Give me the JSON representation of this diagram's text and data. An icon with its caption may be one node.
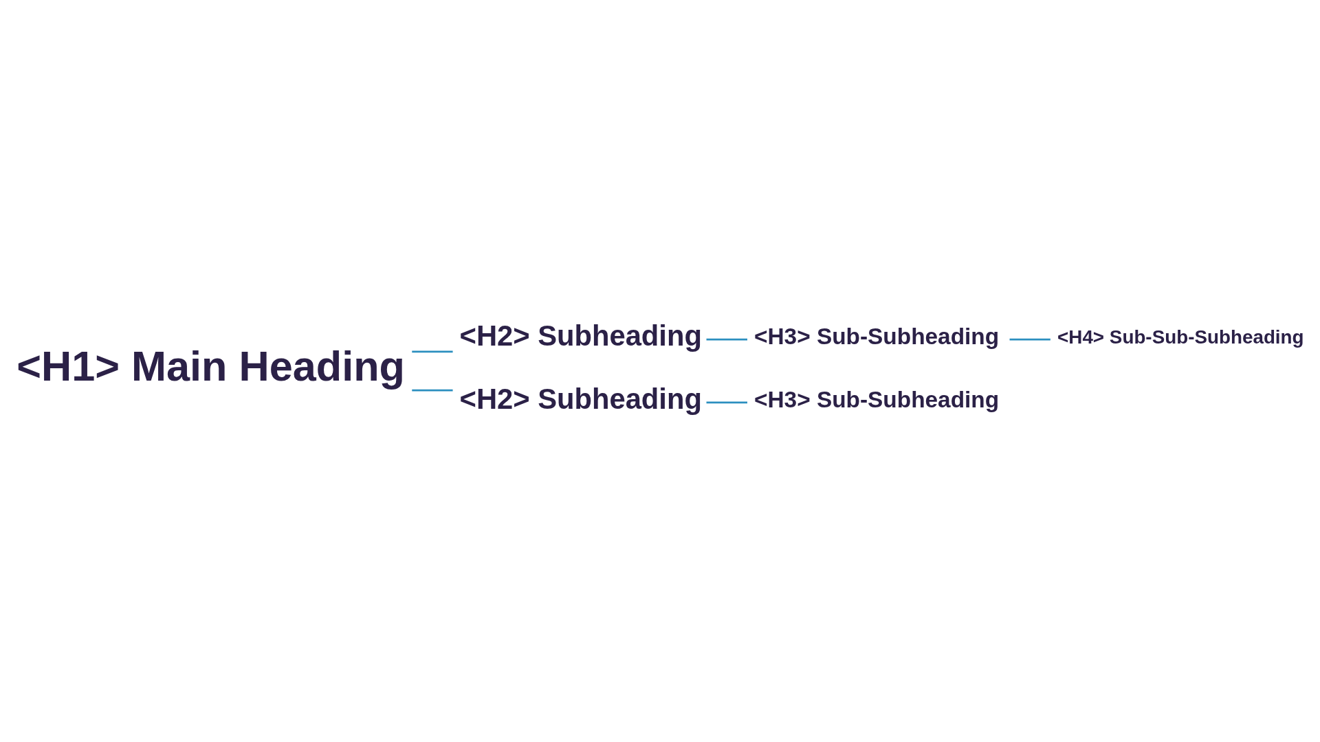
{
  "diagram": {
    "nodes": [
      {
        "text": [
          "<H1> Main Heading"
        ]
      },
      {
        "text": [
          "<H2> Subheading"
        ]
      },
      {
        "text": [
          "<H3> Sub-Subheading"
        ]
      },
      {
        "text": [
          "<H4> Sub-Sub-Subheading"
        ]
      },
      {
        "text": [
          "<H2> Subheading"
        ]
      },
      {
        "text": [
          "<H3> Sub-Subheading"
        ]
      }
    ],
    "edges": [
      {
        "from": 0,
        "to": 1,
        "arrow": "none"
      },
      {
        "from": 1,
        "to": 2,
        "arrow": "none"
      },
      {
        "from": 2,
        "to": 3,
        "arrow": "none"
      },
      {
        "from": 0,
        "to": 4,
        "arrow": "none"
      },
      {
        "from": 4,
        "to": 5,
        "arrow": "none"
      }
    ]
  }
}
